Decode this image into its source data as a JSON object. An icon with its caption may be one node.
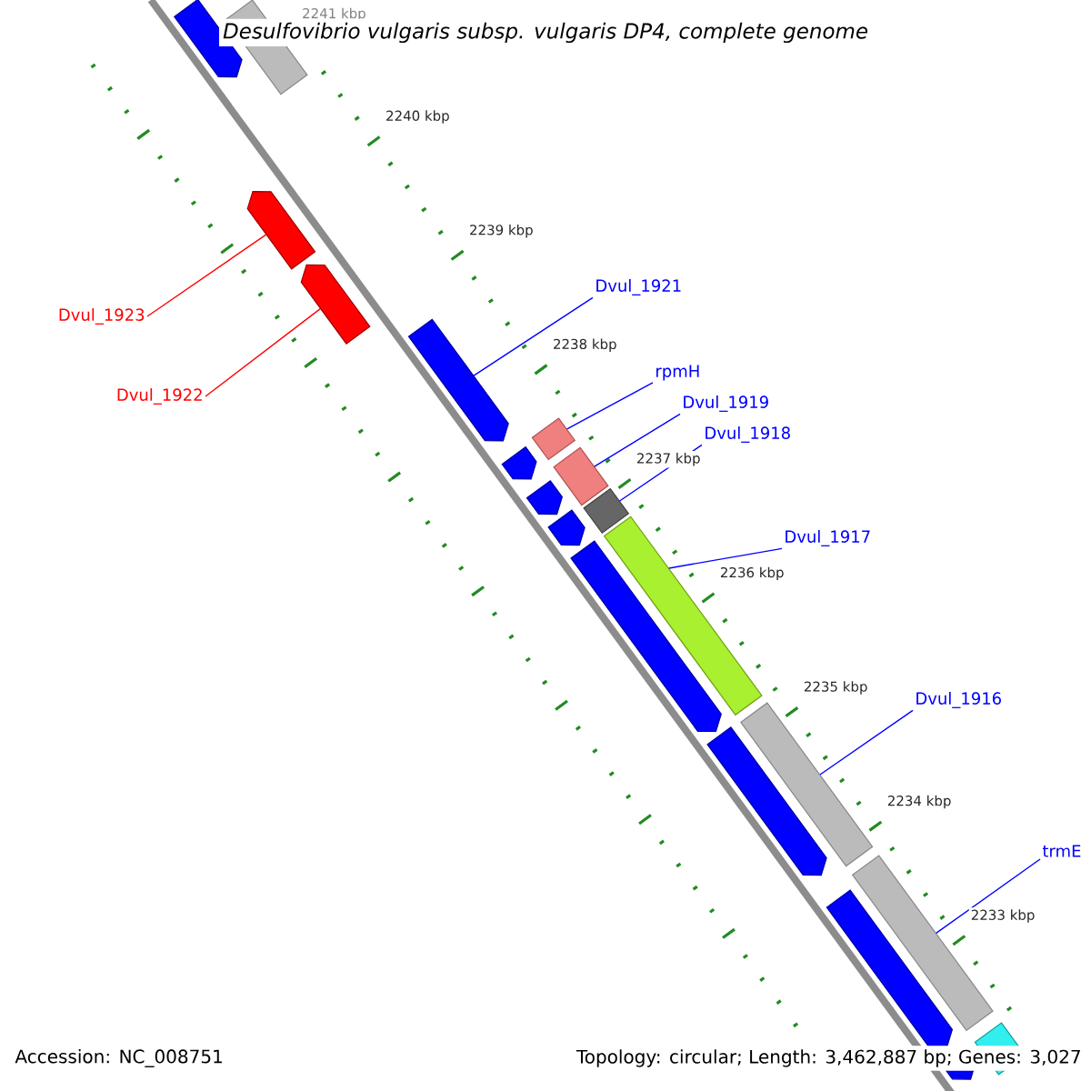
{
  "diagram": {
    "title": "Desulfovibrio vulgaris subsp. vulgaris DP4, complete genome",
    "nodes": [
      {
        "text": [
          "Dvul_1923"
        ]
      },
      {
        "text": [
          "Dvul_1922"
        ]
      },
      {
        "text": [
          "Dvul_1921"
        ]
      },
      {
        "text": [
          "rpmH"
        ]
      },
      {
        "text": [
          "Dvul_1919"
        ]
      },
      {
        "text": [
          "Dvul_1918"
        ]
      },
      {
        "text": [
          "Dvul_1917"
        ]
      },
      {
        "text": [
          "Dvul_1916"
        ]
      },
      {
        "text": [
          "trmE"
        ]
      },
      {
        "text": [],
        "shape": "arrow"
      },
      {
        "text": [],
        "shape": "bar"
      },
      {
        "text": [],
        "shape": "arrow"
      },
      {
        "text": [],
        "shape": "arrow"
      },
      {
        "text": [],
        "shape": "arrow"
      },
      {
        "text": [],
        "shape": "arrow"
      },
      {
        "text": [],
        "shape": "bar"
      },
      {
        "text": [],
        "shape": "arrow"
      },
      {
        "text": [],
        "shape": "bar"
      },
      {
        "text": [],
        "shape": "arrow"
      },
      {
        "text": [],
        "shape": "bar"
      },
      {
        "text": [],
        "shape": "arrow"
      },
      {
        "text": [],
        "shape": "bar"
      },
      {
        "text": [],
        "shape": "arrow"
      },
      {
        "text": [],
        "shape": "bar"
      },
      {
        "text": [],
        "shape": "arrow"
      },
      {
        "text": [],
        "shape": "bar"
      },
      {
        "text": [],
        "shape": "bar"
      },
      {
        "text": [],
        "shape": "arrow"
      }
    ],
    "edges": [
      {
        "from": 0,
        "to": 11,
        "arrow": "none",
        "color": "#ff0000"
      },
      {
        "from": 1,
        "to": 12,
        "arrow": "none",
        "color": "#ff0000"
      },
      {
        "from": 2,
        "to": 13,
        "arrow": "none"
      },
      {
        "from": 3,
        "to": 15,
        "arrow": "none"
      },
      {
        "from": 4,
        "to": 17,
        "arrow": "none"
      },
      {
        "from": 5,
        "to": 19,
        "arrow": "none"
      },
      {
        "from": 6,
        "to": 21,
        "arrow": "none"
      },
      {
        "from": 7,
        "to": 23,
        "arrow": "none"
      },
      {
        "from": 8,
        "to": 25,
        "arrow": "none"
      }
    ],
    "labels": [
      "2241 kbp",
      "2240 kbp",
      "2239 kbp",
      "2238 kbp",
      "2237 kbp",
      "2236 kbp",
      "2235 kbp",
      "2234 kbp",
      "2233 kbp",
      "Accession: NC_008751",
      "Topology: circular; Length: 3,462,887 bp; Genes: 3,027"
    ]
  }
}
